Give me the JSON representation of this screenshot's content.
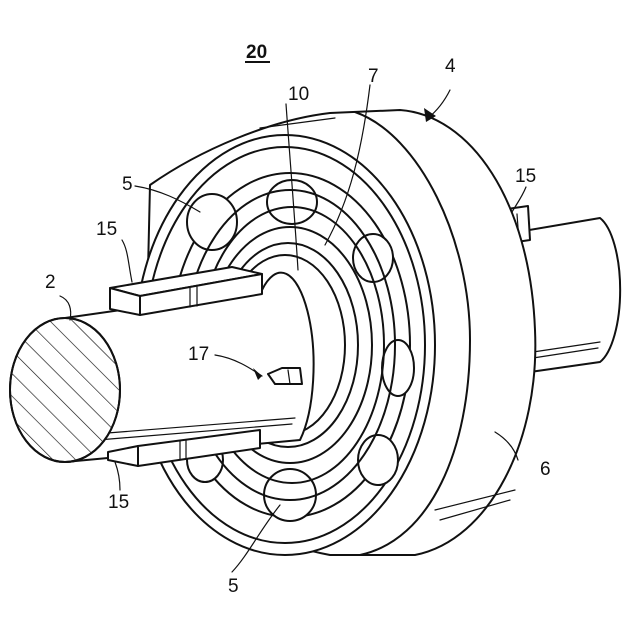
{
  "figure": {
    "title": "20",
    "labels": {
      "shaft": "2",
      "bearing": "4",
      "rolling_element_upper": "5",
      "rolling_element_lower": "5",
      "outer_ring": "6",
      "cage": "7",
      "inner_ring": "10",
      "key_upper_left": "15",
      "key_lower_left": "15",
      "key_right": "15",
      "groove_marker": "17"
    }
  }
}
